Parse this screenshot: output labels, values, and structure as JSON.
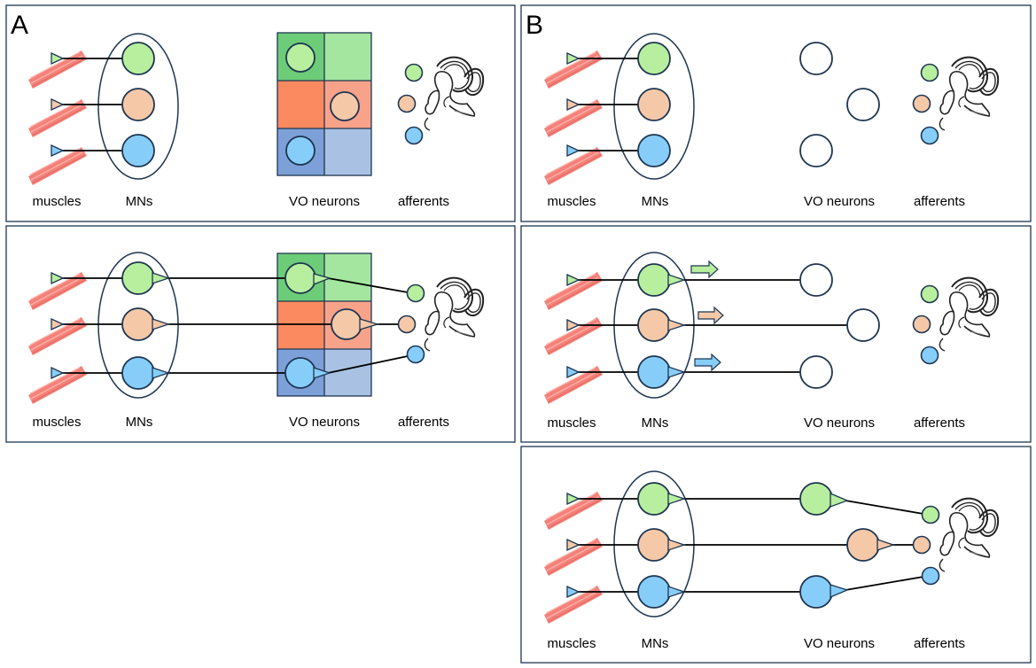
{
  "panel_a": {
    "letter": "A"
  },
  "panel_b": {
    "letter": "B"
  },
  "labels": {
    "muscles": "muscles",
    "mns": "MNs",
    "vo": "VO neurons",
    "afferents": "afferents"
  },
  "colors": {
    "green": "#b8ef9f",
    "peach": "#f5c8a8",
    "blue": "#87cdfa",
    "grid_green_dark": "#6dcc78",
    "grid_green_light": "#a4e6a0",
    "grid_red_dark": "#fb8a60",
    "grid_red_light": "#f9a28a",
    "grid_blue_dark": "#7ea0d8",
    "grid_blue_light": "#a9c2e4",
    "muscle": "#f4827a",
    "outline": "#1e3550"
  }
}
